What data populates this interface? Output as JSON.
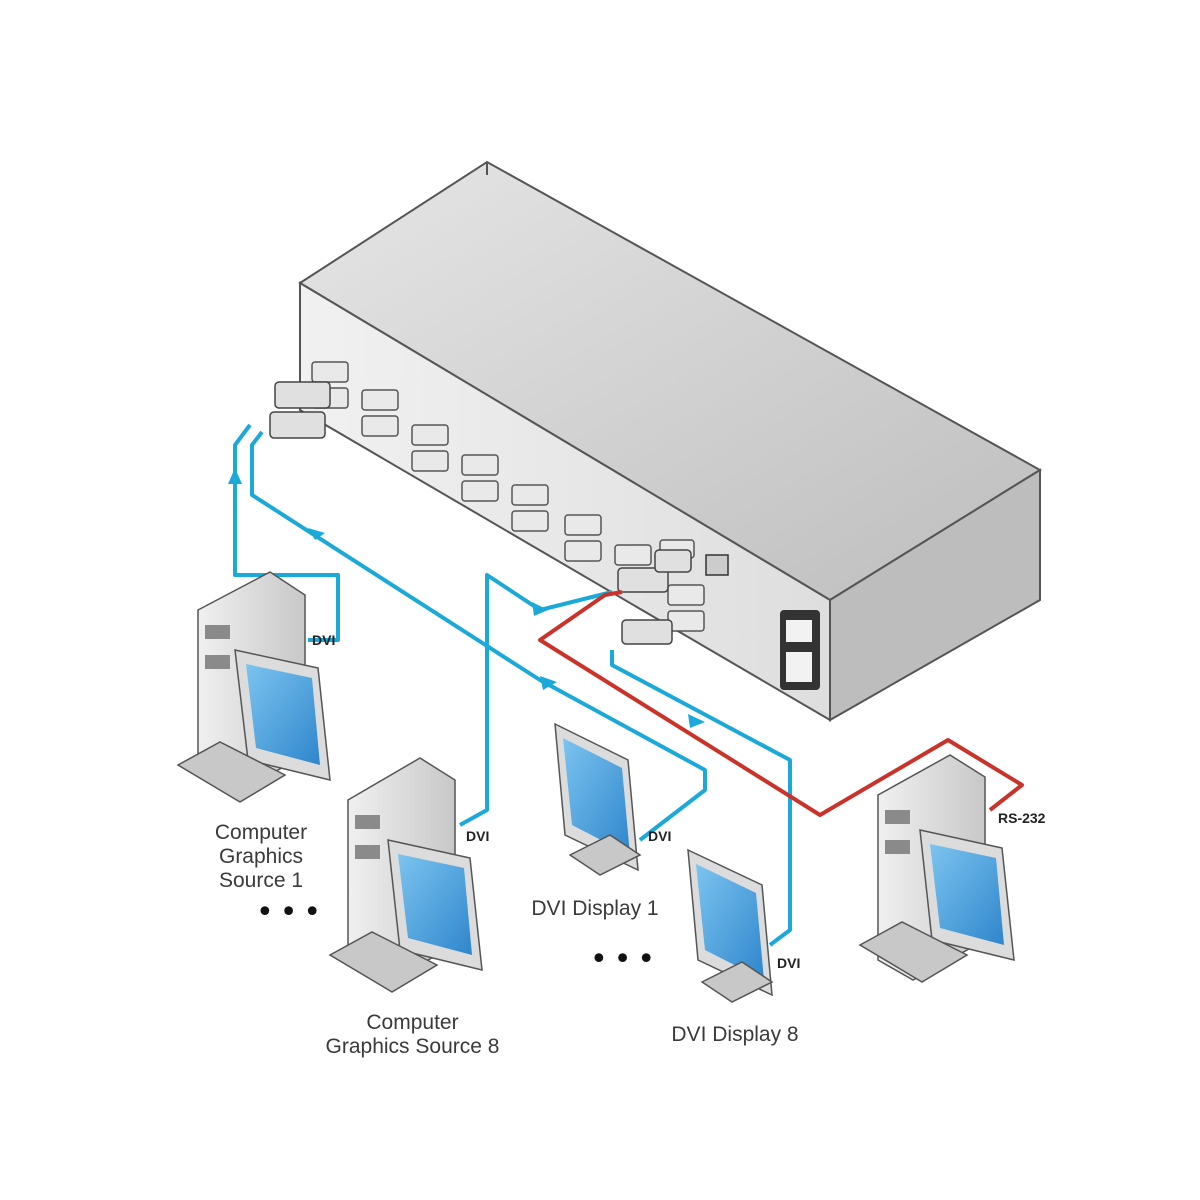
{
  "labels": {
    "source1": "Computer\nGraphics\nSource 1",
    "source8": "Computer\nGraphics Source 8",
    "display1": "DVI Display 1",
    "display8": "DVI Display 8",
    "dvi": "DVI",
    "rs232": "RS-232",
    "ellipsis": "•••"
  },
  "colors": {
    "dvi_cable": "#1aa9d9",
    "rs232_cable": "#c9332a",
    "device_body": "#d9d9d9",
    "screen": "#4aa3e0"
  },
  "icons": [
    "matrix-switcher-device",
    "computer-tower-icon",
    "monitor-icon",
    "keyboard-icon",
    "dvi-connector-icon"
  ]
}
